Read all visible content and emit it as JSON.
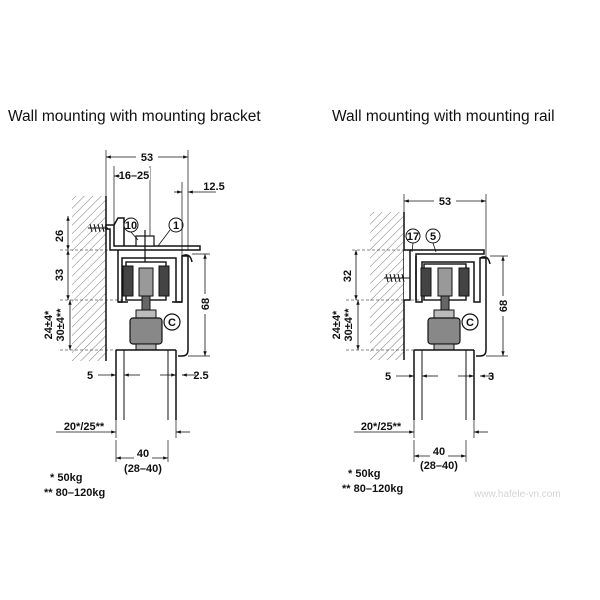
{
  "titles": {
    "left": "Wall mounting with mounting bracket",
    "right": "Wall mounting with mounting rail"
  },
  "left": {
    "width_total": "53",
    "bracket_range": "16–25",
    "rail_offset": "12.5",
    "upper_height": "26",
    "mid_height": "33",
    "gap_light": "24±4*",
    "gap_heavy": "30±4**",
    "total_height": "68",
    "callout_a": "10",
    "callout_b": "1",
    "callout_c": "C",
    "clearance_left": "5",
    "clearance_right": "2.5",
    "door_thickness": "20*/25**",
    "door_width": "40",
    "door_width_range": "(28–40)",
    "load_light": "* 50kg",
    "load_heavy": "** 80–120kg"
  },
  "right": {
    "width_total": "53",
    "upper_height": "32",
    "gap_light": "24±4*",
    "gap_heavy": "30±4**",
    "total_height": "68",
    "callout_a": "17",
    "callout_b": "5",
    "callout_c": "C",
    "clearance_left": "5",
    "clearance_right": "3",
    "door_thickness": "20*/25**",
    "door_width": "40",
    "door_width_range": "(28–40)",
    "load_light": "* 50kg",
    "load_heavy": "** 80–120kg"
  },
  "watermark": "www.hafele-vn.com"
}
